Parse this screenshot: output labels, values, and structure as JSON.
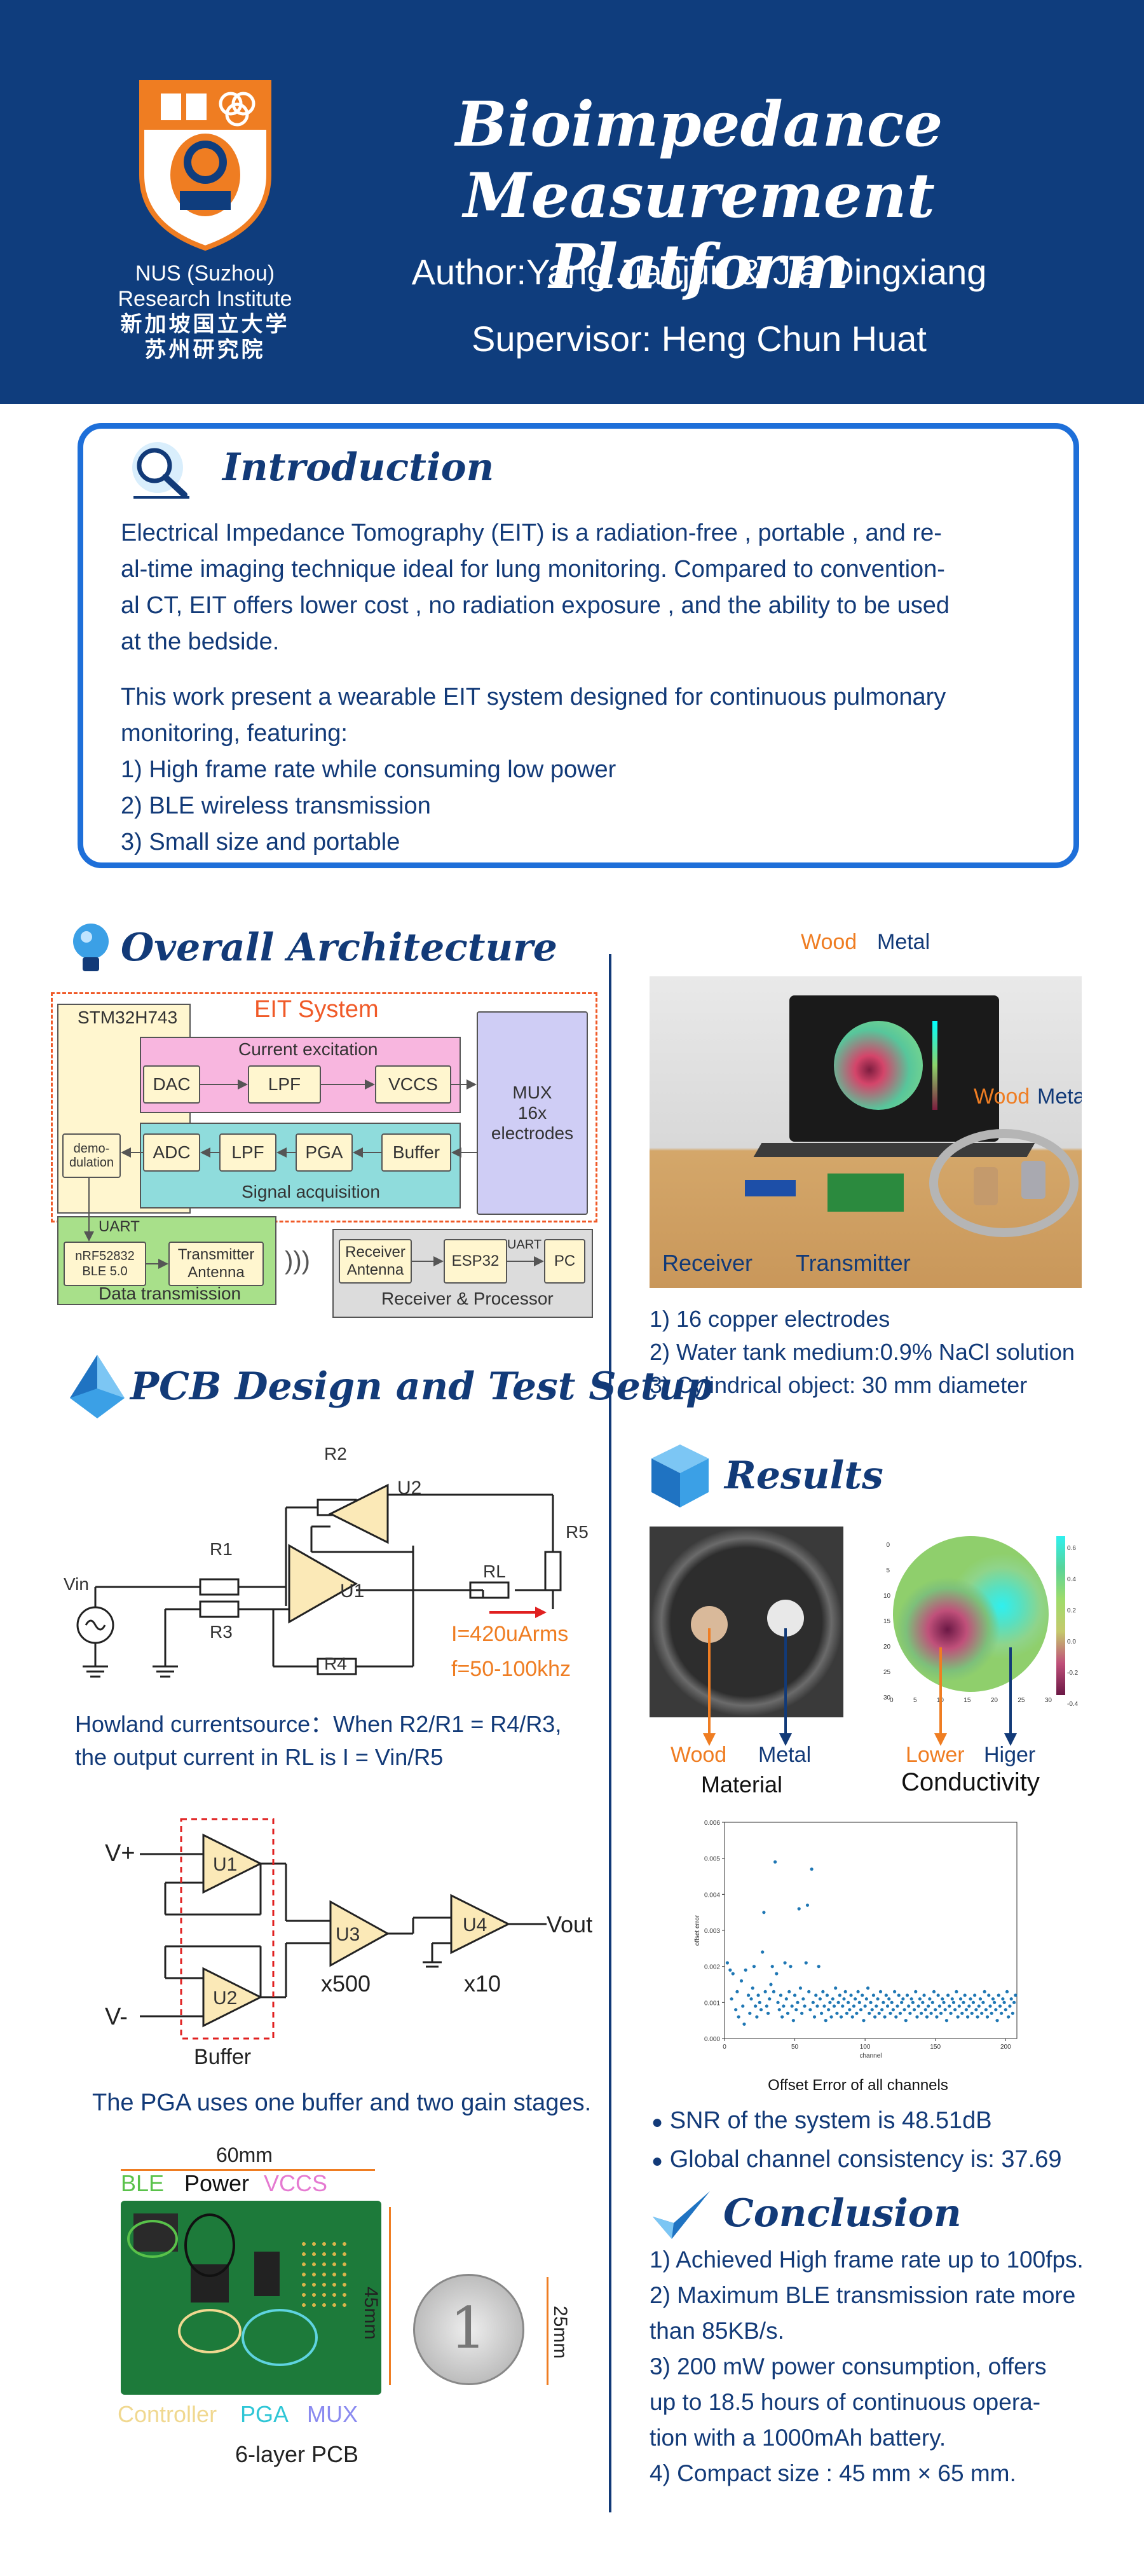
{
  "header": {
    "title_line1": "Bioimpedance",
    "title_line2": "Measurement Platform",
    "author": "Author:Yang Jianjun & Jia Dingxiang",
    "supervisor": "Supervisor: Heng Chun Huat",
    "logo_text1": "NUS (Suzhou)",
    "logo_text2": "Research Institute",
    "logo_text3": "新加坡国立大学",
    "logo_text4": "苏州研究院",
    "bg_color": "#0f3d7d"
  },
  "intro": {
    "title": "Introduction",
    "p1_l1": "Electrical Impedance Tomography (EIT) is a radiation-free , portable , and re-",
    "p1_l2": "al-time imaging technique ideal for lung monitoring. Compared to convention-",
    "p1_l3": "al CT, EIT offers lower cost , no radiation exposure , and the ability to be used",
    "p1_l4": "at the bedside.",
    "p2_l1": "This work present a wearable EIT system designed for continuous pulmonary",
    "p2_l2": "monitoring, featuring:",
    "f1": "1) High frame rate while consuming low power",
    "f2": "2) BLE wireless transmission",
    "f3": "3) Small size and portable"
  },
  "arch": {
    "title": "Overall Architecture",
    "eit_system": "EIT System",
    "stm": "STM32H743",
    "current_excitation": "Current excitation",
    "dac": "DAC",
    "lpf": "LPF",
    "vccs": "VCCS",
    "mux": "MUX\n16x\nelectrodes",
    "adc": "ADC",
    "lpf2": "LPF",
    "pga": "PGA",
    "buffer": "Buffer",
    "signal_acq": "Signal acquisition",
    "demod": "demo-\ndulation",
    "uart": "UART",
    "nrf": "nRF52832\nBLE 5.0",
    "tx_antenna": "Transmitter\nAntenna",
    "data_tx": "Data transmission",
    "rx_antenna": "Receiver\nAntenna",
    "esp32": "ESP32",
    "uart2": "UART",
    "pc": "PC",
    "rx_proc": "Receiver & Processor"
  },
  "setup_photo": {
    "wood": "Wood",
    "metal": "Metal",
    "wood2": "Wood",
    "metal2": "Metal",
    "receiver": "Receiver",
    "transmitter": "Transmitter",
    "items": [
      "1) 16 copper electrodes",
      "2) Water tank medium:0.9% NaCl solution",
      "3) Cylindrical object: 30 mm diameter"
    ]
  },
  "pcb": {
    "title": "PCB Design and Test Setup",
    "r1": "R1",
    "r2": "R2",
    "r3": "R3",
    "r4": "R4",
    "r5": "R5",
    "rl": "RL",
    "u1": "U1",
    "u2": "U2",
    "vin": "Vin",
    "current": "I=420uArms",
    "freq": "f=50-100khz",
    "howland_l1": "Howland currentsource：When R2/R1 = R4/R3,",
    "howland_l2": "the output current in RL is I = Vin/R5",
    "vplus": "V+",
    "vminus": "V-",
    "pu1": "U1",
    "pu2": "U2",
    "pu3": "U3",
    "pu4": "U4",
    "x500": "x500",
    "x10": "x10",
    "vout": "Vout",
    "buffer": "Buffer",
    "pga_caption": "The PGA uses one buffer and two gain stages.",
    "dim60": "60mm",
    "ble": "BLE",
    "power": "Power",
    "vccs": "VCCS",
    "dim45": "45mm",
    "dim25": "25mm",
    "controller": "Controller",
    "pga": "PGA",
    "mux": "MUX",
    "layers": "6-layer PCB"
  },
  "results": {
    "title": "Results",
    "wood": "Wood",
    "metal": "Metal",
    "material": "Material",
    "lower": "Lower",
    "higher": "Higer",
    "conductivity": "Conductivity",
    "scatter_caption": "Offset Error of all channels",
    "snr": "SNR of the system is 48.51dB",
    "consistency": "Global channel consistency is: 37.69",
    "colorbar_ticks": [
      "0.6",
      "0.4",
      "0.2",
      "0.0",
      "-0.2",
      "-0.4"
    ],
    "map_xticks": [
      "0",
      "5",
      "10",
      "15",
      "20",
      "25",
      "30"
    ],
    "map_yticks": [
      "0",
      "5",
      "10",
      "15",
      "20",
      "25",
      "30"
    ]
  },
  "chart_data": {
    "type": "scatter",
    "title": "",
    "xlabel": "channel",
    "ylabel": "offset error",
    "xlim": [
      0,
      208
    ],
    "ylim": [
      0,
      0.006
    ],
    "xticks": [
      "0",
      "50",
      "100",
      "150",
      "200"
    ],
    "yticks": [
      "0.000",
      "0.001",
      "0.002",
      "0.003",
      "0.004",
      "0.005",
      "0.006"
    ],
    "x": [
      2,
      4,
      5,
      6,
      8,
      9,
      10,
      12,
      13,
      14,
      15,
      17,
      18,
      19,
      20,
      21,
      22,
      23,
      24,
      25,
      26,
      27,
      28,
      29,
      30,
      31,
      32,
      33,
      34,
      35,
      36,
      37,
      38,
      39,
      40,
      41,
      42,
      43,
      44,
      45,
      46,
      47,
      48,
      49,
      50,
      51,
      52,
      53,
      54,
      55,
      56,
      57,
      58,
      59,
      60,
      61,
      62,
      63,
      64,
      65,
      66,
      67,
      68,
      69,
      70,
      71,
      72,
      73,
      74,
      75,
      76,
      77,
      78,
      79,
      80,
      81,
      82,
      83,
      84,
      85,
      86,
      87,
      88,
      89,
      90,
      91,
      92,
      93,
      94,
      95,
      96,
      97,
      98,
      99,
      100,
      101,
      102,
      103,
      104,
      105,
      106,
      107,
      108,
      109,
      110,
      111,
      112,
      113,
      114,
      115,
      116,
      117,
      118,
      119,
      120,
      121,
      122,
      123,
      124,
      125,
      126,
      127,
      128,
      129,
      130,
      131,
      132,
      133,
      134,
      135,
      136,
      137,
      138,
      139,
      140,
      141,
      142,
      143,
      144,
      145,
      146,
      147,
      148,
      149,
      150,
      151,
      152,
      153,
      154,
      155,
      156,
      157,
      158,
      159,
      160,
      161,
      162,
      163,
      164,
      165,
      166,
      167,
      168,
      169,
      170,
      171,
      172,
      173,
      174,
      175,
      176,
      177,
      178,
      179,
      180,
      181,
      182,
      183,
      184,
      185,
      186,
      187,
      188,
      189,
      190,
      191,
      192,
      193,
      194,
      195,
      196,
      197,
      198,
      199,
      200,
      201,
      202,
      203,
      204,
      205,
      206,
      207
    ],
    "y": [
      0.0021,
      0.0019,
      0.0011,
      0.0018,
      0.0008,
      0.0013,
      0.0006,
      0.0016,
      0.0009,
      0.0004,
      0.0019,
      0.0012,
      0.0007,
      0.0011,
      0.0014,
      0.002,
      0.0009,
      0.0006,
      0.0012,
      0.001,
      0.0008,
      0.0024,
      0.0035,
      0.0013,
      0.0009,
      0.0007,
      0.0011,
      0.0015,
      0.002,
      0.0013,
      0.0049,
      0.0018,
      0.001,
      0.0008,
      0.0012,
      0.0006,
      0.0009,
      0.0021,
      0.0011,
      0.0007,
      0.0013,
      0.002,
      0.0009,
      0.0005,
      0.0012,
      0.0008,
      0.001,
      0.0036,
      0.0014,
      0.0007,
      0.0011,
      0.0009,
      0.0021,
      0.0037,
      0.0013,
      0.0008,
      0.0047,
      0.001,
      0.0006,
      0.0012,
      0.0009,
      0.002,
      0.0011,
      0.0007,
      0.0013,
      0.0009,
      0.0005,
      0.0012,
      0.0008,
      0.001,
      0.0006,
      0.0011,
      0.0009,
      0.0014,
      0.0007,
      0.001,
      0.0012,
      0.0006,
      0.0009,
      0.0011,
      0.0013,
      0.0007,
      0.001,
      0.0008,
      0.0012,
      0.0006,
      0.0009,
      0.0011,
      0.0007,
      0.0013,
      0.001,
      0.0008,
      0.0012,
      0.0005,
      0.0009,
      0.0011,
      0.0014,
      0.0007,
      0.001,
      0.0008,
      0.0012,
      0.0006,
      0.0009,
      0.0011,
      0.0007,
      0.0013,
      0.0008,
      0.001,
      0.0006,
      0.0012,
      0.0009,
      0.0011,
      0.0007,
      0.001,
      0.0008,
      0.0013,
      0.0006,
      0.0009,
      0.0012,
      0.0007,
      0.001,
      0.0011,
      0.0008,
      0.0005,
      0.0012,
      0.0009,
      0.0007,
      0.0011,
      0.001,
      0.0008,
      0.0013,
      0.0006,
      0.0009,
      0.0011,
      0.0007,
      0.001,
      0.0012,
      0.0008,
      0.0006,
      0.0009,
      0.0011,
      0.0007,
      0.001,
      0.0013,
      0.0008,
      0.0006,
      0.0012,
      0.0009,
      0.0007,
      0.0011,
      0.001,
      0.0008,
      0.0005,
      0.0012,
      0.0009,
      0.0007,
      0.0011,
      0.001,
      0.0008,
      0.0013,
      0.0006,
      0.0009,
      0.0011,
      0.0007,
      0.001,
      0.0012,
      0.0008,
      0.0006,
      0.0009,
      0.0011,
      0.0007,
      0.001,
      0.0012,
      0.0008,
      0.0006,
      0.0009,
      0.0011,
      0.0007,
      0.001,
      0.0013,
      0.0008,
      0.0006,
      0.0012,
      0.0009,
      0.0007,
      0.0011,
      0.001,
      0.0008,
      0.0005,
      0.0012,
      0.0009,
      0.0007,
      0.0011,
      0.001,
      0.0008,
      0.0013,
      0.0006,
      0.0009,
      0.0011,
      0.0007,
      0.001,
      0.0012,
      0.0008,
      0.0006,
      0.0009,
      0.0011,
      0.0007,
      0.0013,
      0.0012,
      0.001
    ]
  },
  "conclusion": {
    "title": "Conclusion",
    "l1": "1) Achieved High frame rate up to 100fps.",
    "l2": "2) Maximum BLE transmission rate more",
    "l3": "than 85KB/s.",
    "l4": "3) 200 mW power consumption, offers",
    "l5": "up to 18.5 hours of continuous opera-",
    "l6": "tion with a 1000mAh battery.",
    "l7": "4) Compact size : 45 mm × 65 mm."
  }
}
